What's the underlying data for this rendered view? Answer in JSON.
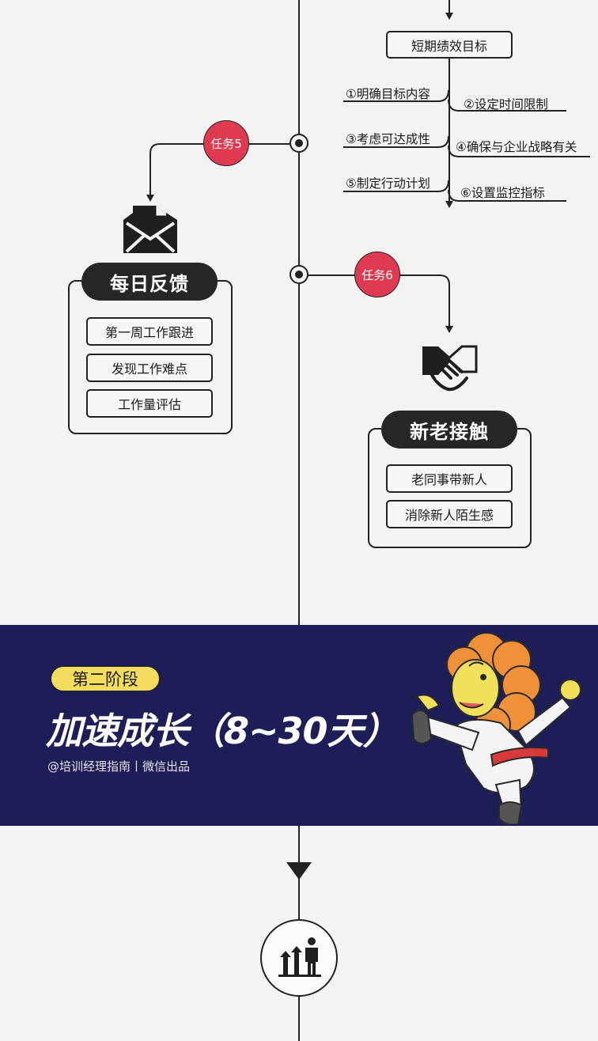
{
  "goal": {
    "title": "短期绩效目标",
    "items_left": [
      "①明确目标内容",
      "③考虑可达成性",
      "⑤制定行动计划"
    ],
    "items_right": [
      "②设定时间限制",
      "④确保与企业战略有关",
      "⑥设置监控指标"
    ]
  },
  "task5": {
    "badge": "任务5",
    "icon": "envelope-icon",
    "title": "每日反馈",
    "items": [
      "第一周工作跟进",
      "发现工作难点",
      "工作量评估"
    ]
  },
  "task6": {
    "badge": "任务6",
    "icon": "handshake-icon",
    "title": "新老接触",
    "items": [
      "老同事带新人",
      "消除新人陌生感"
    ]
  },
  "stage": {
    "tag": "第二阶段",
    "title": "加速成长（8~30天）",
    "credit": "@培训经理指南丨微信出品",
    "mascot": "lion-mascot-kicking",
    "growth_icon": "growth-person-icon"
  },
  "colors": {
    "background": "#f3f3f3",
    "banner": "#1d1e57",
    "task_badge": "#df3a50",
    "stage_tag": "#f4dc5c",
    "pill": "#262626"
  }
}
